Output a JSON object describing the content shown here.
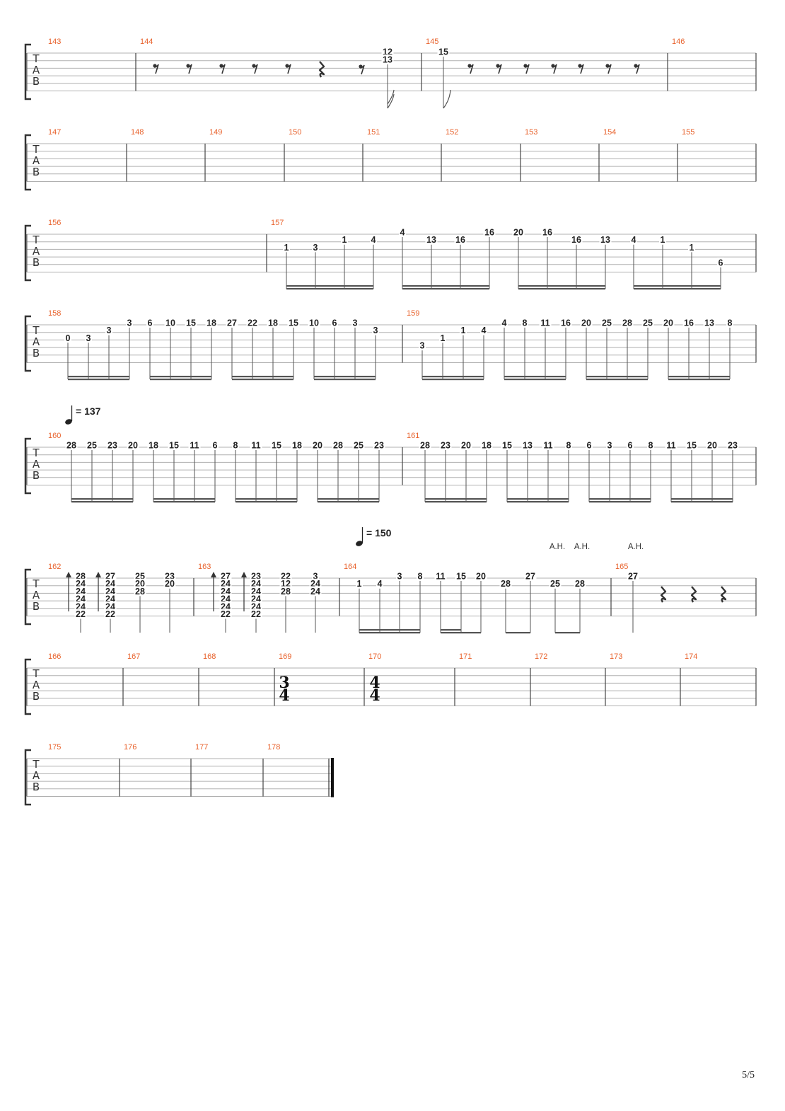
{
  "page_number": "5/5",
  "tab_clef": [
    "T",
    "A",
    "B"
  ],
  "colors": {
    "measure_number": "#e8622c",
    "staff_line": "#b0b0b0",
    "ink": "#222222"
  },
  "systems": [
    {
      "measures": [
        "143",
        "144",
        "145",
        "146"
      ]
    },
    {
      "measures": [
        "147",
        "148",
        "149",
        "150",
        "151",
        "152",
        "153",
        "154",
        "155"
      ]
    },
    {
      "measures": [
        "156",
        "157"
      ]
    },
    {
      "measures": [
        "158",
        "159"
      ]
    },
    {
      "measures": [
        "160",
        "161"
      ],
      "tempo": "= 137"
    },
    {
      "measures": [
        "162",
        "163",
        "164",
        "165"
      ],
      "tempo": "= 150",
      "harmonic_marks": [
        "A.H.",
        "A.H.",
        "A.H."
      ]
    },
    {
      "measures": [
        "166",
        "167",
        "168",
        "169",
        "170",
        "171",
        "172",
        "173",
        "174"
      ],
      "time_signatures": [
        {
          "measure": "169",
          "top": "3",
          "bottom": "4"
        },
        {
          "measure": "170",
          "top": "4",
          "bottom": "4"
        }
      ]
    },
    {
      "measures": [
        "175",
        "176",
        "177",
        "178"
      ]
    }
  ],
  "notes": {
    "m144": [
      "12",
      "13"
    ],
    "m145": [
      "15"
    ],
    "m157": [
      "1",
      "3",
      "1",
      "4",
      "4",
      "13",
      "16",
      "16",
      "20",
      "16",
      "16",
      "13",
      "4",
      "1",
      "1",
      "6"
    ],
    "m158": [
      "0",
      "3",
      "3",
      "3",
      "6",
      "10",
      "15",
      "18",
      "27",
      "22",
      "18",
      "15",
      "10",
      "6",
      "3",
      "3"
    ],
    "m159": [
      "3",
      "1",
      "1",
      "4",
      "4",
      "8",
      "11",
      "16",
      "20",
      "25",
      "28",
      "25",
      "20",
      "16",
      "13",
      "8"
    ],
    "m160": [
      "28",
      "25",
      "23",
      "20",
      "18",
      "15",
      "11",
      "6",
      "8",
      "11",
      "15",
      "18",
      "20",
      "28",
      "25",
      "23"
    ],
    "m161": [
      "28",
      "23",
      "20",
      "18",
      "15",
      "13",
      "11",
      "8",
      "6",
      "3",
      "6",
      "8",
      "11",
      "15",
      "20",
      "23"
    ],
    "m162": [
      [
        "28",
        "24",
        "24",
        "24",
        "24",
        "22"
      ],
      [
        "27",
        "24",
        "24",
        "24",
        "24",
        "22"
      ],
      [
        "25",
        "20",
        "28"
      ],
      [
        "23",
        "20"
      ]
    ],
    "m163": [
      [
        "27",
        "24",
        "24",
        "24",
        "24",
        "22"
      ],
      [
        "23",
        "24",
        "24",
        "24",
        "24",
        "22"
      ],
      [
        "22",
        "12",
        "28"
      ],
      [
        "3",
        "24",
        "24"
      ]
    ],
    "m164": [
      "1",
      "4",
      "3",
      "8",
      "11",
      "15",
      "20",
      "28",
      "27",
      "25",
      "28"
    ],
    "m165": [
      "27"
    ]
  }
}
